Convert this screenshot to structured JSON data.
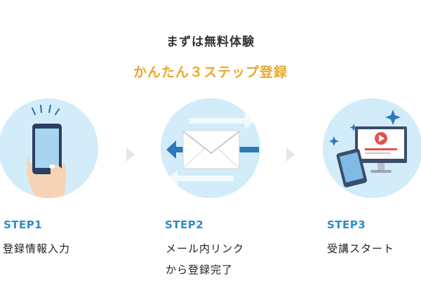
{
  "header": {
    "title": "まずは無料体験",
    "subtitle": "かんたん３ステップ登録"
  },
  "steps": [
    {
      "label": "STEP1",
      "desc": [
        "登録情報入力"
      ],
      "icon": "smartphone-tap-icon"
    },
    {
      "label": "STEP2",
      "desc": [
        "メール内リンク",
        "から登録完了"
      ],
      "icon": "mail-icon"
    },
    {
      "label": "STEP3",
      "desc": [
        "受講スタート"
      ],
      "icon": "video-monitor-icon"
    }
  ],
  "colors": {
    "title": "#333333",
    "subtitle": "#e9a82a",
    "step_label": "#2d8cc4",
    "circle_bg": "#d3ecf9",
    "arrow": "#e6e6e6"
  }
}
